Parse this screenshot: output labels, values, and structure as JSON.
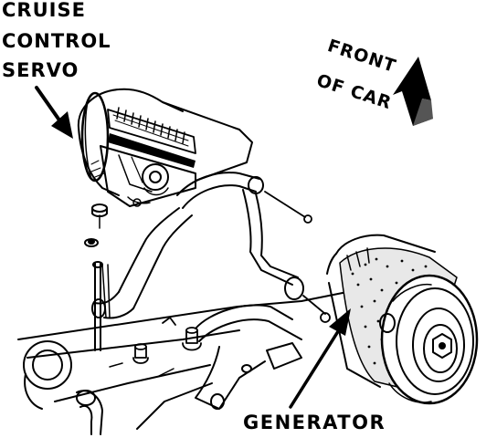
{
  "labels": {
    "cruise_control_servo": [
      "CRUISE",
      "CONTROL",
      "SERVO"
    ],
    "front_of_car": [
      "FRONT",
      "OF CAR"
    ],
    "generator": "GENERATOR"
  },
  "colors": {
    "ink": "#000000",
    "paper": "#ffffff"
  },
  "icons": {
    "direction_arrow": "arrow-icon"
  }
}
